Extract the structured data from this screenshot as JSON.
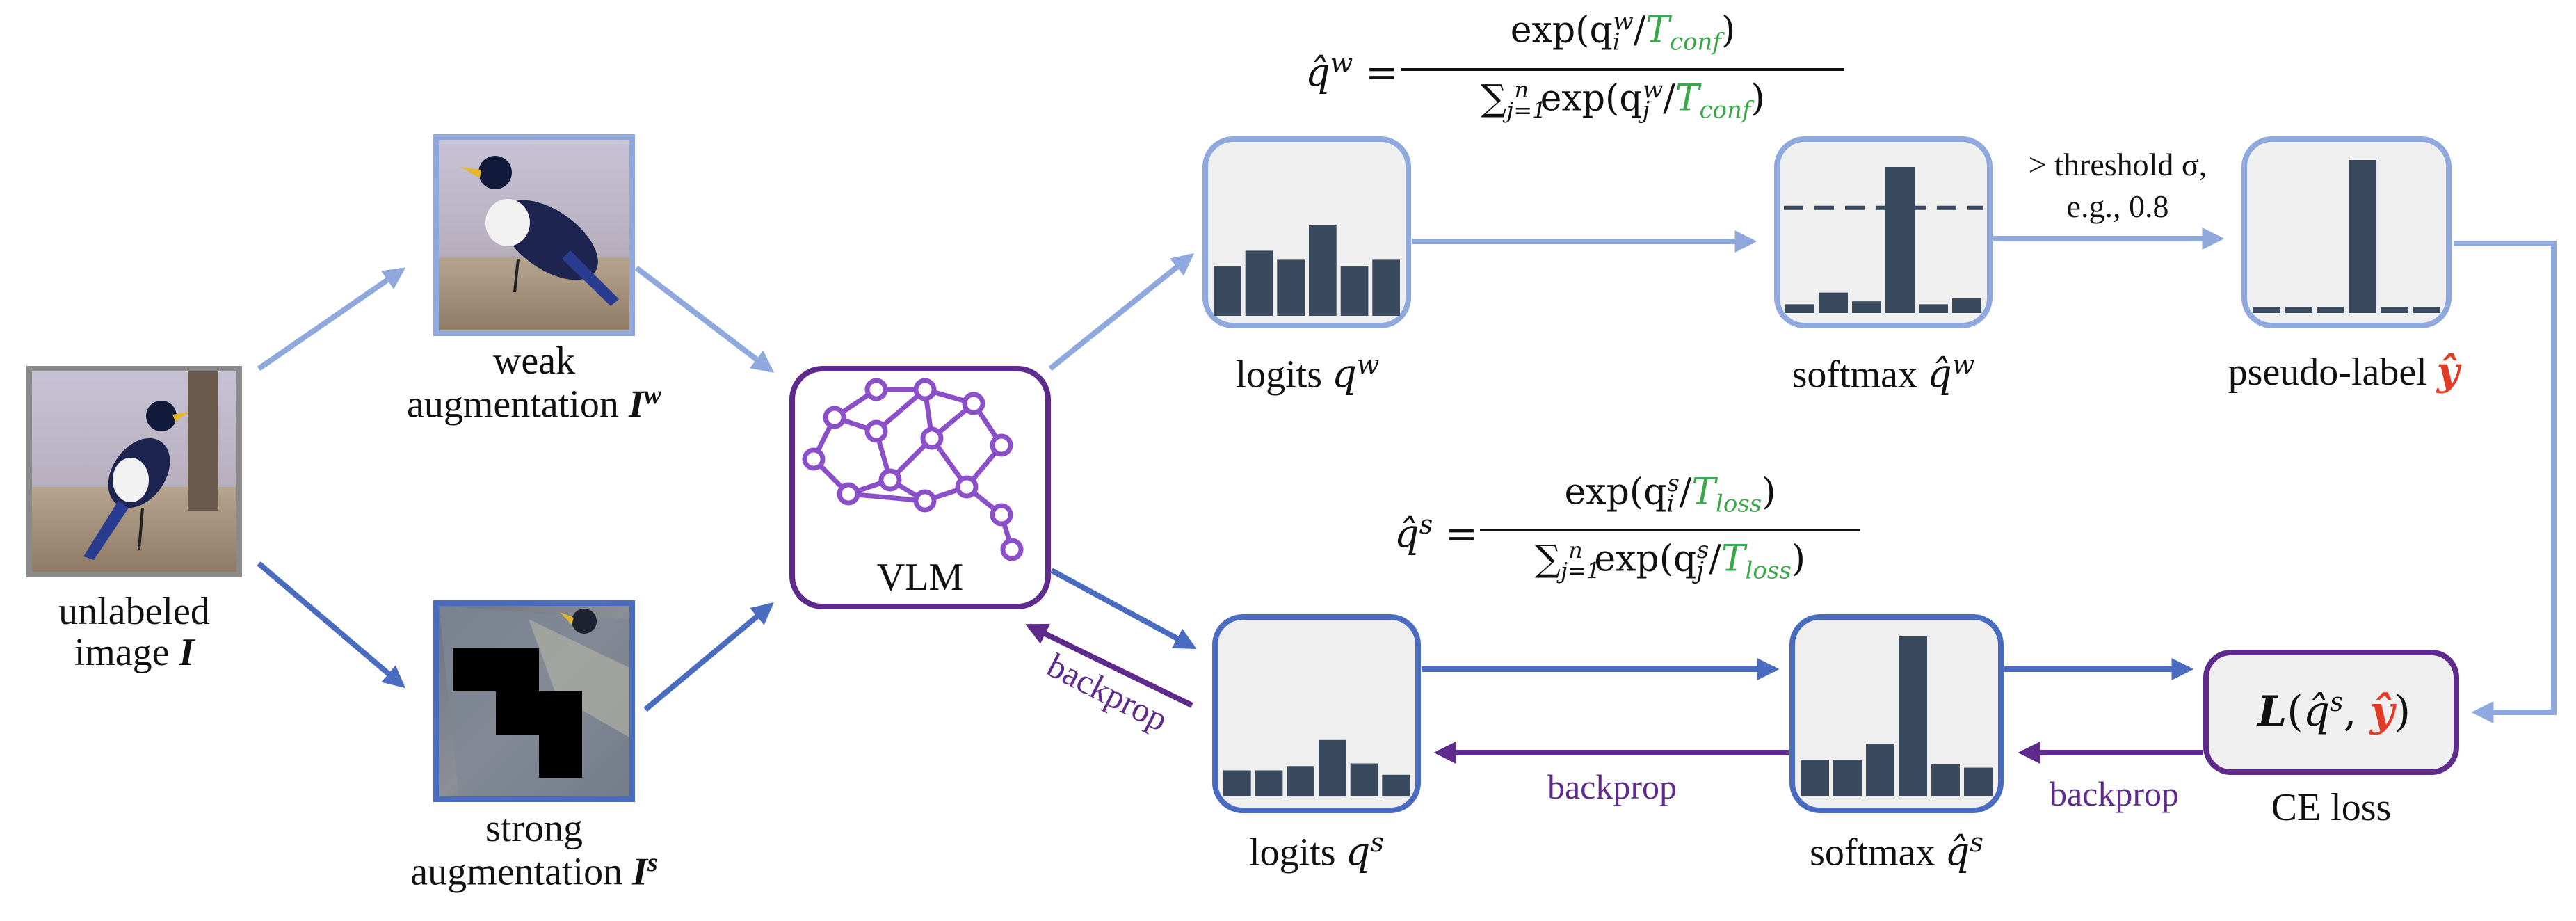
{
  "image_labels": {
    "unlabeled": [
      "unlabeled",
      "image ",
      "I"
    ],
    "weak": [
      "weak",
      "augmentation ",
      "I",
      "w"
    ],
    "strong": [
      "strong",
      "augmentation ",
      "I",
      "s"
    ]
  },
  "vlm_label": "VLM",
  "weak_branch": {
    "logits_label": "logits ",
    "logits_sym": "q",
    "logits_sup": "w",
    "softmax_label": "softmax ",
    "softmax_sym": "q̂",
    "softmax_sup": "w",
    "threshold_line1": "> threshold σ,",
    "threshold_line2": "e.g., 0.8",
    "pseudo_label": "pseudo-label ",
    "pseudo_sym": "ŷ",
    "formula": {
      "lhs": "q̂",
      "lhs_sup": "w",
      "num_pre": "exp(q",
      "num_sub": "i",
      "num_sup": "w",
      "temp": "T",
      "temp_sub": "conf",
      "den_sum": "∑",
      "den_lower": "j=1",
      "den_upper": "n",
      "den_pre": "exp(q",
      "den_sub": "j",
      "den_sup": "w"
    }
  },
  "strong_branch": {
    "logits_label": "logits ",
    "logits_sym": "q",
    "logits_sup": "s",
    "softmax_label": "softmax ",
    "softmax_sym": "q̂",
    "softmax_sup": "s",
    "loss_name": "CE loss",
    "loss_expr": {
      "L": "L",
      "open": "(",
      "q": "q̂",
      "sup": "s",
      "comma": ", ",
      "y": "ŷ",
      "close": ")"
    },
    "formula": {
      "lhs": "q̂",
      "lhs_sup": "s",
      "num_pre": "exp(q",
      "num_sub": "i",
      "num_sup": "s",
      "temp": "T",
      "temp_sub": "loss",
      "den_sum": "∑",
      "den_lower": "j=1",
      "den_upper": "n",
      "den_pre": "exp(q",
      "den_sub": "j",
      "den_sup": "s"
    }
  },
  "backprop_labels": [
    "backprop",
    "backprop",
    "backprop"
  ],
  "colors": {
    "light_blue": "#8fa8dd",
    "dark_blue": "#4a6cc0",
    "purple": "#5e2a8c",
    "bar": "#3a4a5e",
    "box_fill": "#efefef",
    "green": "#3aa84a",
    "red": "#e23b25"
  },
  "bar_charts": {
    "logits_w": [
      0.55,
      0.72,
      0.62,
      1.0,
      0.55,
      0.62
    ],
    "softmax_w": [
      0.06,
      0.14,
      0.08,
      1.0,
      0.06,
      0.1
    ],
    "pseudo_label": [
      0.04,
      0.04,
      0.04,
      1.0,
      0.04,
      0.04
    ],
    "logits_s": [
      0.3,
      0.3,
      0.35,
      0.65,
      0.38,
      0.25
    ],
    "softmax_s": [
      0.23,
      0.23,
      0.33,
      1.0,
      0.2,
      0.18
    ]
  },
  "threshold_level": 0.72
}
